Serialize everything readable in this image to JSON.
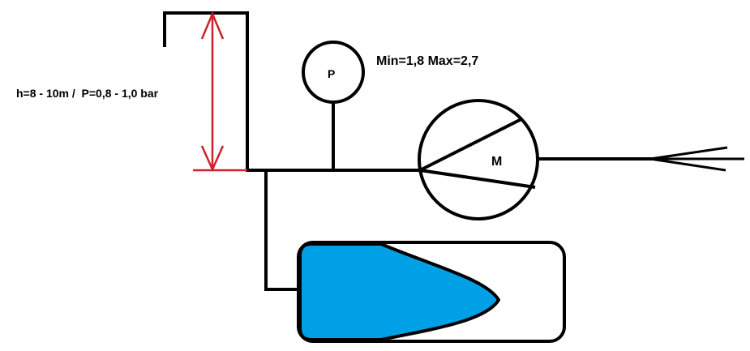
{
  "labels": {
    "height_pressure": "h=8 - 10m /  P=0,8 - 1,0 bar",
    "gauge_letter": "P",
    "gauge_range": "Min=1,8 Max=2,7",
    "motor_letter": "M"
  },
  "colors": {
    "line": "#000000",
    "dimension": "#cc2229",
    "water": "#00a0e6",
    "background": "#ffffff"
  }
}
